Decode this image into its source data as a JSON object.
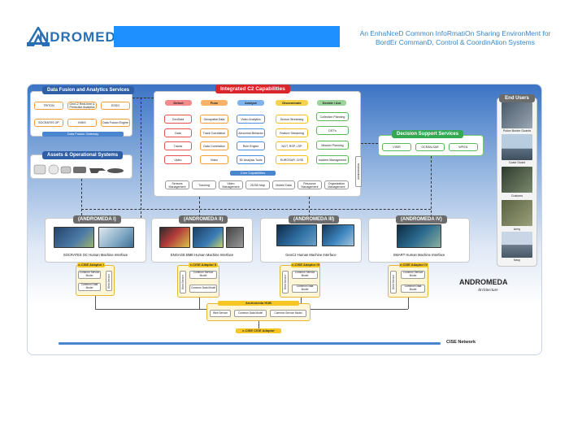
{
  "header": {
    "logo_text": "NDROMEDA",
    "tagline_line1": "An EnhaNceD Common InfoRmatiOn Sharing EnvironMent for",
    "tagline_line2": "BordEr CommanD, Control & CoordinAtion Systems"
  },
  "data_fusion": {
    "title": "Data Fusion and Analytics Services",
    "items": [
      "TRITON",
      "GeoC2 Real-time & Predictive Analytics",
      "ESSG",
      "SOCRATES OP",
      "INSIS",
      "Data Fusion Engine"
    ],
    "gateway": "Data Fusion Gateway"
  },
  "assets": {
    "title": "Assets & Operational Systems"
  },
  "c2": {
    "title": "Integrated C2 Capabilities",
    "columns": [
      {
        "header": "Detect",
        "items": [
          "GeoData",
          "Data",
          "Tracks",
          "Video"
        ]
      },
      {
        "header": "Fuse",
        "items": [
          "Geospatial Data",
          "Track Correlation",
          "Data Correlation",
          "Video"
        ]
      },
      {
        "header": "Analyze",
        "items": [
          "Video Analytics",
          "Abnormal Behavior",
          "Rule Engine",
          "3D Analysis Tools"
        ]
      },
      {
        "header": "Disseminate",
        "items": [
          "Sensor Streaming",
          "Feature Streaming",
          "NGT, RSP, LSP",
          "EUROSUR, CISE"
        ]
      },
      {
        "header": "Decide / Act",
        "items": [
          "Collection Planning",
          "DST's",
          "Mission Planning",
          "Incident Management"
        ]
      }
    ],
    "core_title": "Core Capabilities",
    "core_items": [
      "Sensors Management",
      "Tracking",
      "Video Management",
      "2D/3D Map",
      "Mobile Data",
      "Resource Management",
      "Organization Management"
    ],
    "side_label": "Administration"
  },
  "dss": {
    "title": "Decision Support Services",
    "items": [
      "VISIR",
      "OCEAN-SAR",
      "WPGIL"
    ]
  },
  "end_users": {
    "title": "End Users",
    "items": [
      "Police Border Guards",
      "Coast Guard",
      "Customs",
      "Army",
      "Navy"
    ]
  },
  "nodes": [
    {
      "title": "(ANDROMEDA I)",
      "hmi": "SOCRATES OC Human Machine Interface",
      "adaptor": "e-CISE Adaptor I",
      "csm": "Common Service Model",
      "cdm": "Common Data Model",
      "ws": "Web Service"
    },
    {
      "title": "(ANDROMEDA II)",
      "hmi": "ENGAGE BME Human Machine Interface",
      "adaptor": "e-CISE Adaptor II",
      "csm": "Common Service Model",
      "cdm": "Common Data Model",
      "ws": "Web Service"
    },
    {
      "title": "(ANDROMEDA III)",
      "hmi": "GeoC2 Human Machine Interface",
      "adaptor": "e-CISE Adaptor III",
      "csm": "Common Service Model",
      "cdm": "Common Data Model",
      "ws": "Web Service"
    },
    {
      "title": "(ANDROMEDA IV)",
      "hmi": "SMART Human Machine Interface",
      "adaptor": "e-CISE Adaptor IV",
      "csm": "Common Service Model",
      "cdm": "Common Data Model",
      "ws": "Web Service"
    }
  ],
  "hub": {
    "title": "Andromeda HUB",
    "items": [
      "Web Service",
      "Common Data Model",
      "Common Service Model"
    ],
    "cise_adaptor": "e-CISE CISE Adaptor"
  },
  "arch": {
    "name": "ANDROMEDA",
    "sub": "Architecture"
  },
  "network": {
    "label": "CISE Network"
  },
  "colors": {
    "accent": "#1e90ff",
    "header_red": "#d9262c",
    "header_blue": "#2e5fa6",
    "dss_green": "#34a853"
  }
}
